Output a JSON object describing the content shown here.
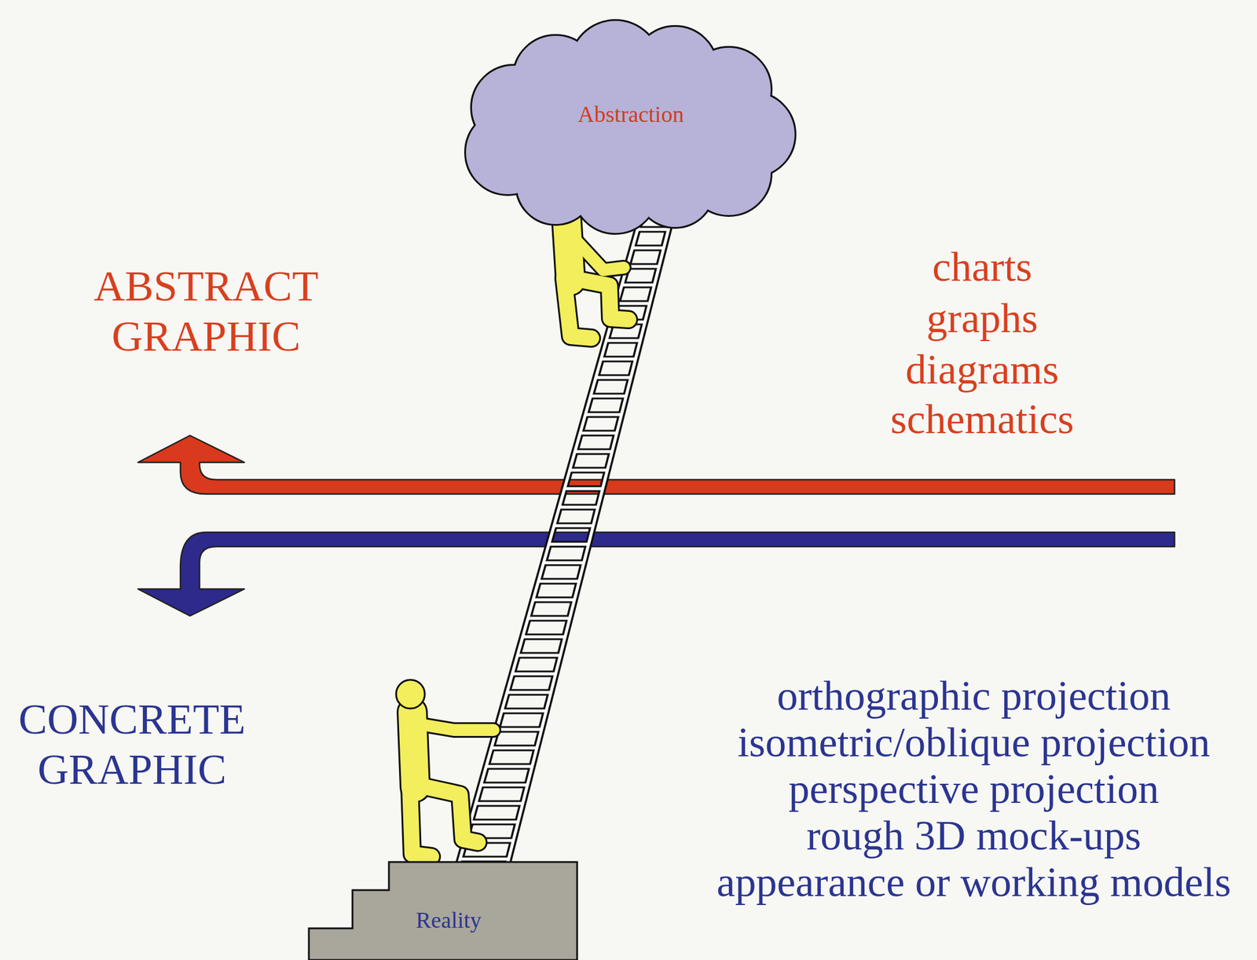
{
  "diagram": {
    "nodes": [
      {
        "text": [
          "Abstraction"
        ]
      },
      {
        "text": [
          "Reality"
        ]
      }
    ],
    "labels": [
      "ABSTRACT GRAPHIC",
      "charts",
      "graphs",
      "diagrams",
      "schematics",
      "CONCRETE GRAPHIC",
      "orthographic projection",
      "isometric/oblique projection",
      "perspective projection",
      "rough 3D mock-ups",
      "appearance or working models"
    ]
  }
}
